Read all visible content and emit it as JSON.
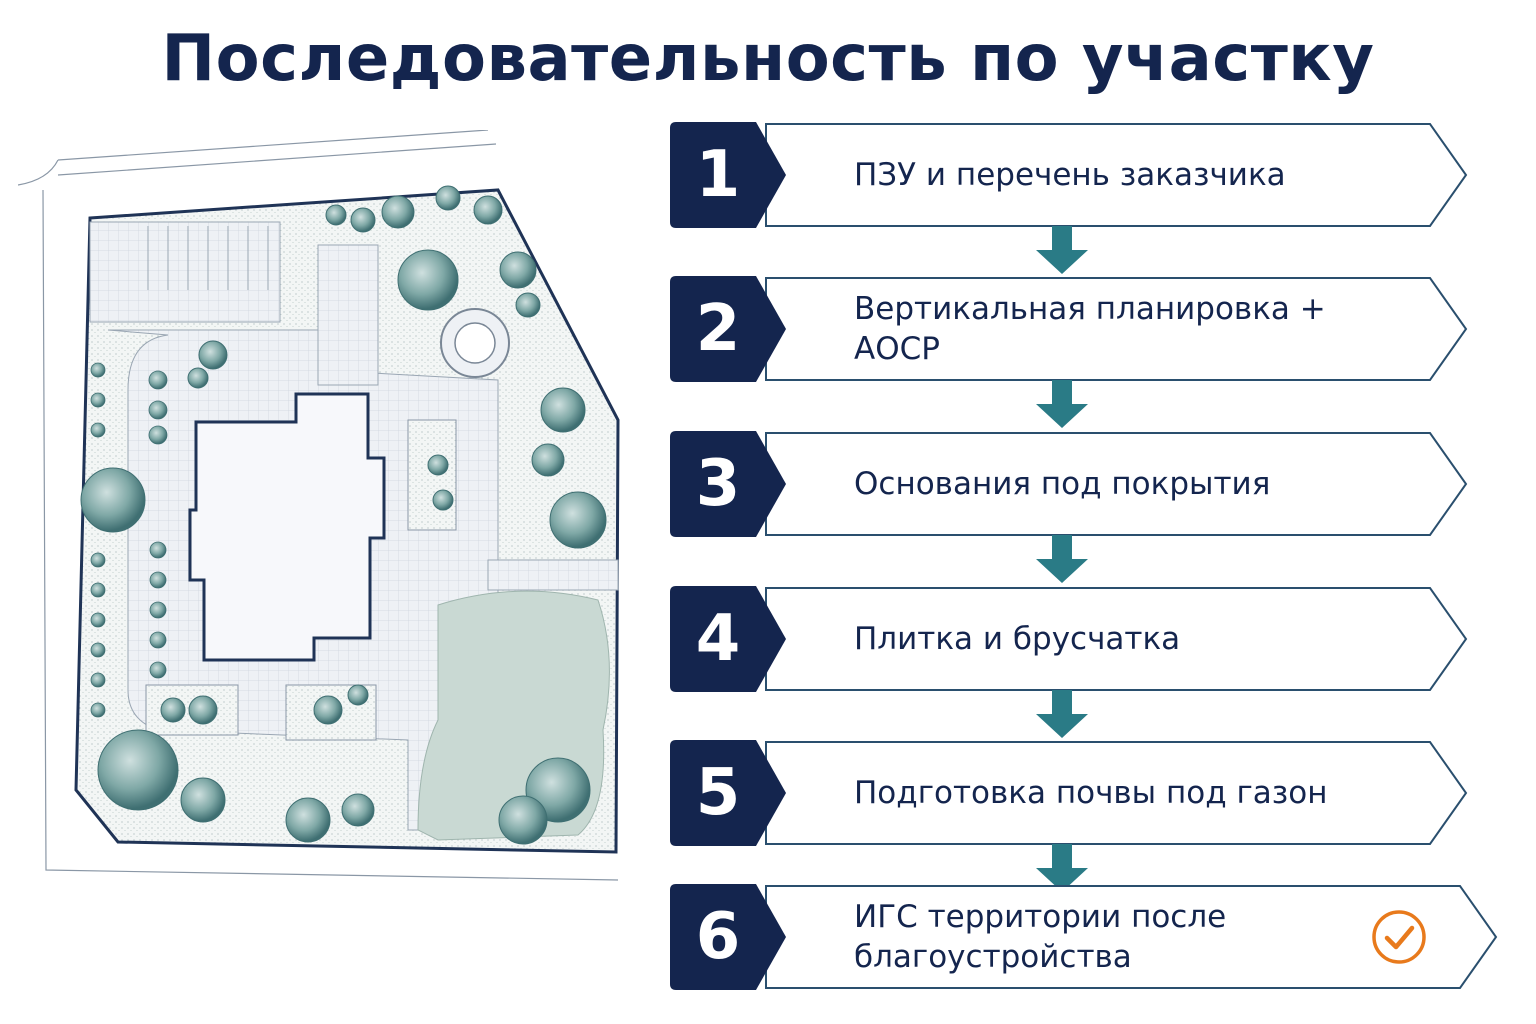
{
  "title": "Последовательность по участку",
  "colors": {
    "navy": "#14254e",
    "teal_arrow": "#2a7b86",
    "check_orange": "#e87a1c",
    "outline": "#2a4f6e"
  },
  "steps": [
    {
      "number": "1",
      "label": "ПЗУ и перечень заказчика"
    },
    {
      "number": "2",
      "label": "Вертикальная планировка + АОСР"
    },
    {
      "number": "3",
      "label": "Основания под покрытия"
    },
    {
      "number": "4",
      "label": "Плитка и брусчатка"
    },
    {
      "number": "5",
      "label": "Подготовка почвы под газон"
    },
    {
      "number": "6",
      "label": "ИГС территории после благоустройства",
      "icon": "check-circle-icon"
    }
  ]
}
